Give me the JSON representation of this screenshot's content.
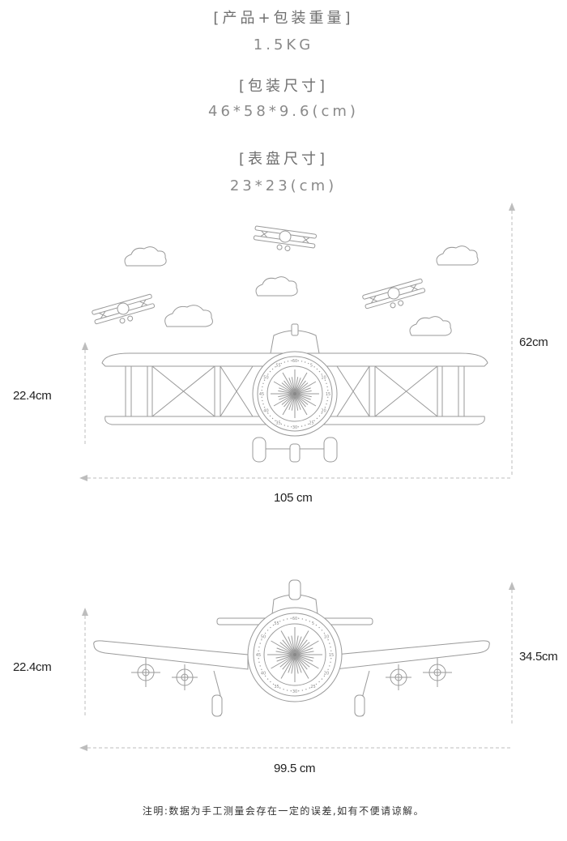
{
  "specs": {
    "weight_label": "[产品+包装重量]",
    "weight_value": "1.5KG",
    "package_label": "[包装尺寸]",
    "package_value": "46*58*9.6(cm)",
    "dial_label": "[表盘尺寸]",
    "dial_value": "23*23(cm)"
  },
  "diagram_top": {
    "height_total": "62cm",
    "height_body": "22.4cm",
    "width": "105 cm",
    "dial_numbers": [
      "60",
      "5",
      "10",
      "15",
      "20",
      "25",
      "30",
      "35",
      "40",
      "45",
      "50",
      "55"
    ]
  },
  "diagram_bottom": {
    "height_total": "34.5cm",
    "height_body": "22.4cm",
    "width": "99.5 cm",
    "dial_numbers": [
      "60",
      "5",
      "10",
      "15",
      "20",
      "25",
      "30",
      "35",
      "40",
      "45",
      "50",
      "55"
    ]
  },
  "note": "注明:数据为手工测量会存在一定的误差,如有不便请谅解。",
  "colors": {
    "line": "#9a9a9a",
    "dash": "#bdbdbd",
    "text": "#6f6f6f"
  }
}
